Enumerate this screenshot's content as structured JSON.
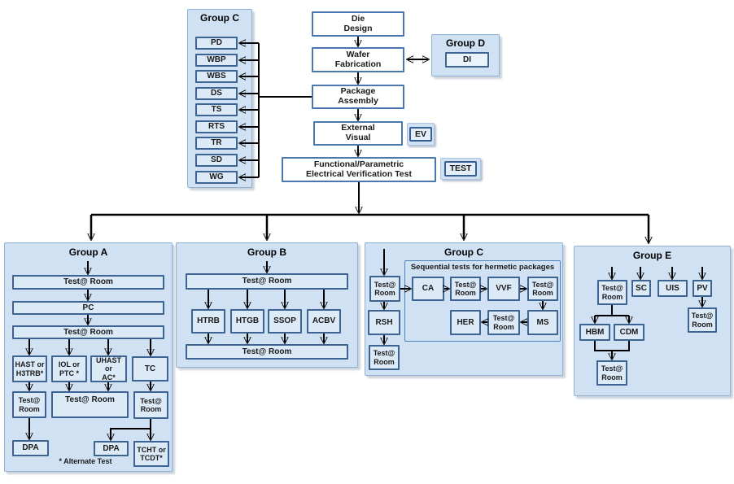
{
  "top": {
    "group_c": {
      "title": "Group C",
      "items": [
        "PD",
        "WBP",
        "WBS",
        "DS",
        "TS",
        "RTS",
        "TR",
        "SD",
        "WG"
      ]
    },
    "flow": {
      "die": "Die\nDesign",
      "wafer": "Wafer\nFabrication",
      "package": "Package\nAssembly",
      "external": "External\nVisual",
      "functional": "Functional/Parametric\nElectrical Verification Test"
    },
    "group_d": {
      "title": "Group D",
      "item": "DI"
    },
    "ev": "EV",
    "test": "TEST"
  },
  "group_a": {
    "title": "Group A",
    "test_room_1": "Test@ Room",
    "pc": "PC",
    "test_room_2": "Test@ Room",
    "hast": "HAST or\nH3TRB*",
    "iol": "IOL or\nPTC *",
    "uhast": "UHAST or\nAC*",
    "tc": "TC",
    "test_room_left": "Test@\nRoom",
    "test_room_mid": "Test@ Room",
    "test_room_right": "Test@\nRoom",
    "dpa_left": "DPA",
    "dpa_mid": "DPA",
    "tcht": "TCHT or\nTCDT*",
    "footnote": "* Alternate Test"
  },
  "group_b": {
    "title": "Group B",
    "test_room_top": "Test@ Room",
    "htrb": "HTRB",
    "htgb": "HTGB",
    "ssop": "SSOP",
    "acbv": "ACBV",
    "test_room_bottom": "Test@ Room"
  },
  "group_c2": {
    "title": "Group C",
    "seq_label": "Sequential tests for hermetic packages",
    "test_room_1": "Test@\nRoom",
    "rsh": "RSH",
    "test_room_2": "Test@\nRoom",
    "ca": "CA",
    "test_room_3": "Test@\nRoom",
    "vvf": "VVF",
    "test_room_4": "Test@\nRoom",
    "her": "HER",
    "test_room_5": "Test@\nRoom",
    "ms": "MS"
  },
  "group_e": {
    "title": "Group E",
    "test_room_1": "Test@\nRoom",
    "sc": "SC",
    "uis": "UIS",
    "pv": "PV",
    "test_room_pv": "Test@\nRoom",
    "hbm": "HBM",
    "cdm": "CDM",
    "test_room_bottom": "Test@\nRoom"
  }
}
